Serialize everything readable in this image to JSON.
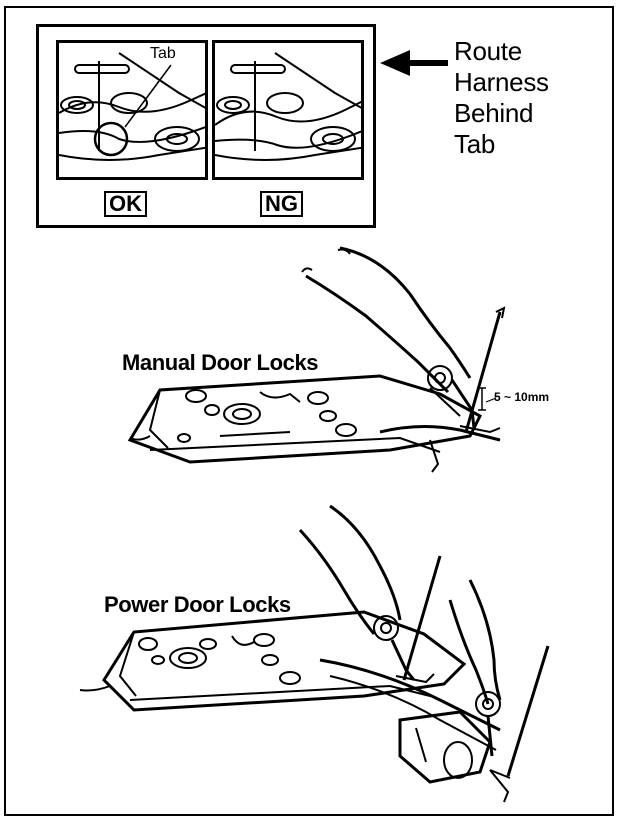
{
  "inset": {
    "tab_label": "Tab",
    "ok_label": "OK",
    "ng_label": "NG",
    "route_lines": [
      "Route",
      "Harness",
      "Behind",
      "Tab"
    ]
  },
  "manual": {
    "caption": "Manual Door Locks",
    "dimension": "5 ~ 10mm"
  },
  "power": {
    "caption": "Power Door Locks"
  }
}
